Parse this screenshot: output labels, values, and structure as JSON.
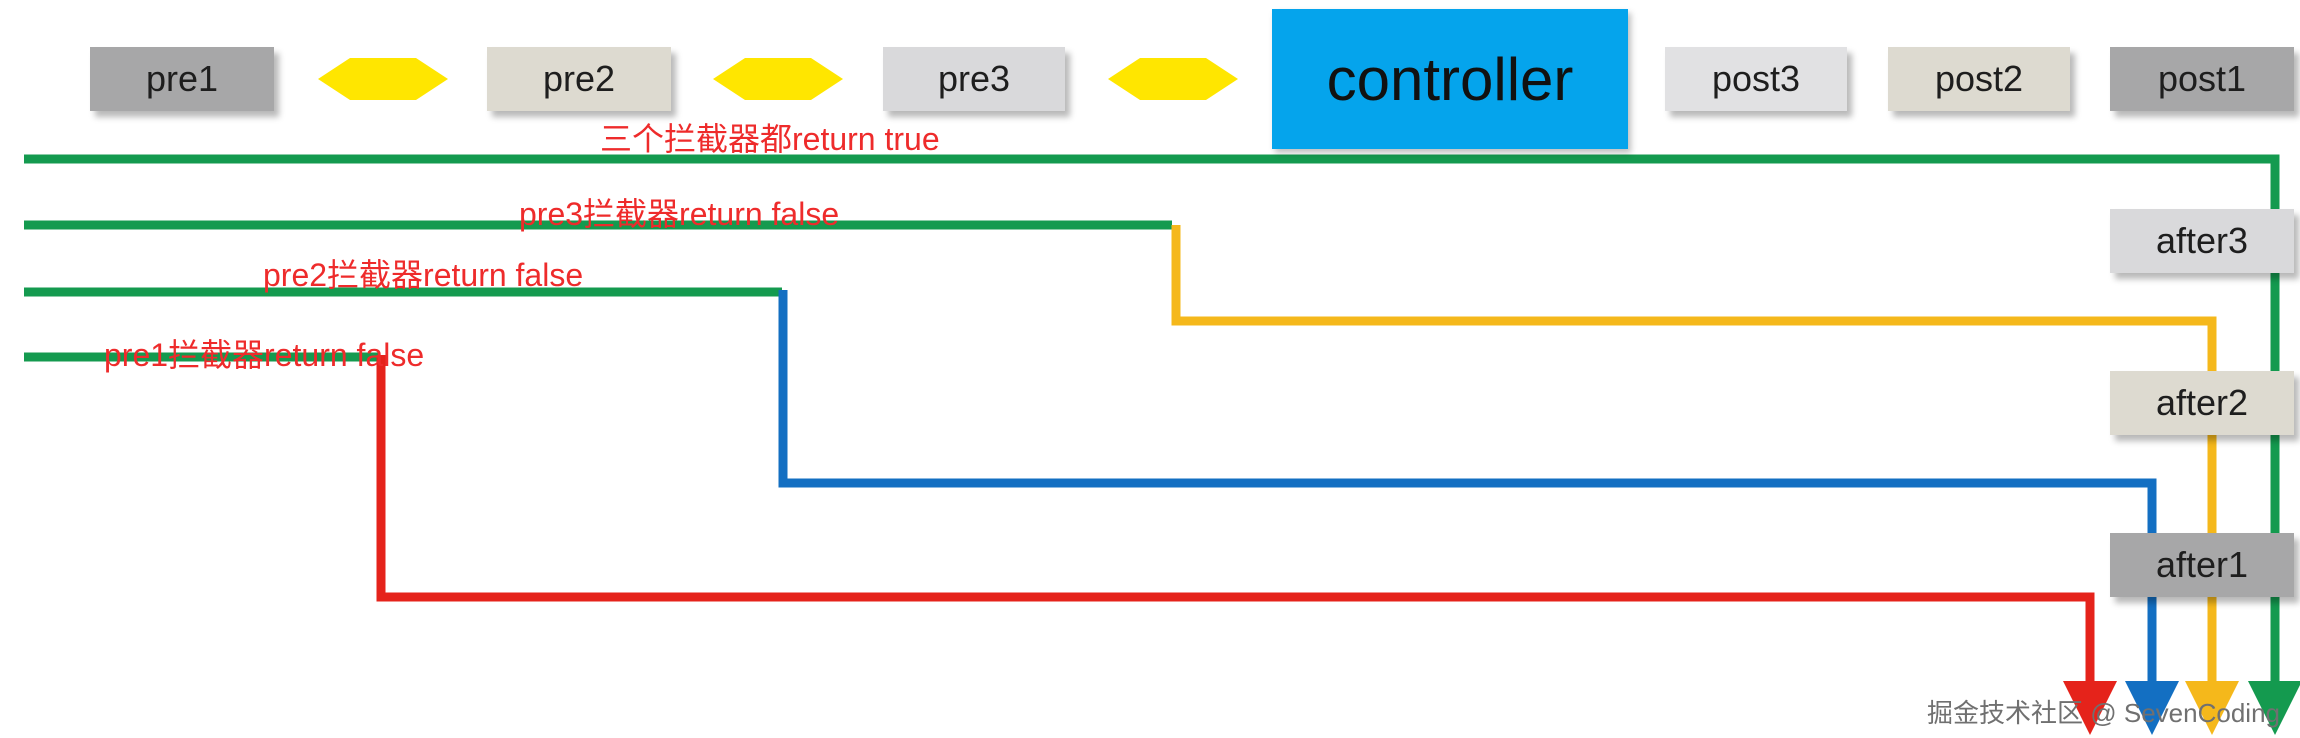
{
  "stages": {
    "pre1": "pre1",
    "pre2": "pre2",
    "pre3": "pre3",
    "controller": "controller",
    "post3": "post3",
    "post2": "post2",
    "post1": "post1",
    "after3": "after3",
    "after2": "after2",
    "after1": "after1"
  },
  "paths": {
    "all_true": {
      "label": "三个拦截器都return true",
      "color": "#149a4f"
    },
    "pre3_false": {
      "label": "pre3拦截器return false",
      "color": "#f5b81b"
    },
    "pre2_false": {
      "label": "pre2拦截器return false",
      "color": "#136fc2"
    },
    "pre1_false": {
      "label": "pre1拦截器return false",
      "color": "#e5231b"
    }
  },
  "colors": {
    "controller": "#05a4ec",
    "diamond": "#ffe600",
    "label_text": "#ee2b2b",
    "green": "#149a4f",
    "orange": "#f5b81b",
    "blue": "#136fc2",
    "red": "#e5231b"
  },
  "watermark": "掘金技术社区 @ SevenCoding"
}
